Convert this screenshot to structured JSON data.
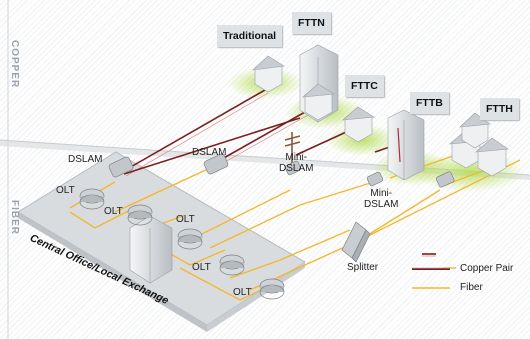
{
  "sections": {
    "copper": "COPPER",
    "fiber": "FIBER"
  },
  "tags": {
    "traditional": "Traditional",
    "fttn": "FTTN",
    "fttc": "FTTC",
    "fttb": "FTTB",
    "ftth": "FTTH"
  },
  "equipment": {
    "dslam": "DSLAM",
    "olt": "OLT",
    "mini_dslam_1": "Mini-",
    "mini_dslam_2": "DSLAM",
    "splitter": "Splitter"
  },
  "central_office": "Central Office/Local Exchange",
  "legend": {
    "copper_pair": "Copper Pair",
    "fiber": "Fiber"
  },
  "colors": {
    "copper": "#7a1f1f",
    "fiber": "#f2b830",
    "glow": "#bde06a",
    "platform": "#d9dcdf"
  }
}
